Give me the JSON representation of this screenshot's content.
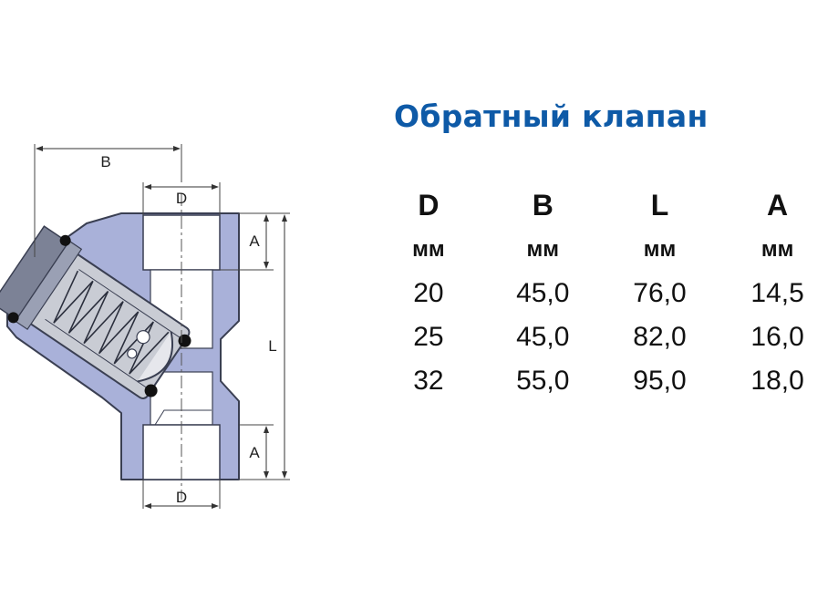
{
  "title": "Обратный клапан",
  "drawing": {
    "labels": {
      "b": "B",
      "d_top": "D",
      "d_bottom": "D",
      "a_top": "A",
      "a_bottom": "A",
      "l": "L"
    },
    "colors": {
      "body": "#a9b1d9",
      "outline": "#3a3f52",
      "insert": "#c9ccd4",
      "bore": "#ffffff"
    }
  },
  "table": {
    "headers": [
      "D",
      "B",
      "L",
      "A"
    ],
    "units": [
      "мм",
      "мм",
      "мм",
      "мм"
    ],
    "rows": [
      [
        "20",
        "45,0",
        "76,0",
        "14,5"
      ],
      [
        "25",
        "45,0",
        "82,0",
        "16,0"
      ],
      [
        "32",
        "55,0",
        "95,0",
        "18,0"
      ]
    ]
  }
}
